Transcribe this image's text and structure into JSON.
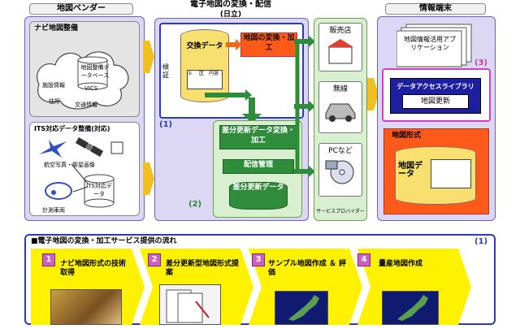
{
  "vendor": {
    "header": "地図ベンダー",
    "navi_title": "ナビ地図整備",
    "navi_db": "地図整備データベース",
    "survey": "施設情報",
    "vics": "VICS",
    "address": "住所",
    "traffic": "交通情報",
    "its_title": "ITS対応データ整備(対応)",
    "aerial": "航空写真・衛星画像",
    "its_data": "ITS対応データ",
    "vehicle": "計測車両"
  },
  "center": {
    "header": "電子地図の変換・配信",
    "subheader": "(日立)",
    "verify": "検証",
    "exchange_data": "交換データ",
    "table_cells": [
      "①",
      "区",
      "内容"
    ],
    "convert": "地図の変換・加工",
    "label1": "(1)",
    "diff_convert": "差分更新データ変換・加工",
    "dist_manage": "配信管理",
    "diff_data": "差分更新データ",
    "label2": "(2)"
  },
  "providers": {
    "shop": "販売店",
    "wireless": "無線",
    "pc": "PCなど",
    "footer": "サービスプロバイダー"
  },
  "terminal": {
    "header": "情報端末",
    "app": "地図情報活用アプリケーション",
    "label3": "(3)",
    "library": "データアクセスライブラリ",
    "update": "地図更新",
    "format": "地図形式",
    "map_data": "地図データ"
  },
  "flow": {
    "title": "■電子地図の変換・加工サービス提供の流れ",
    "label": "(1)",
    "steps": [
      {
        "num": "1",
        "text": "ナビ地図形式の技術取得"
      },
      {
        "num": "2",
        "text": "差分更新型地図形式提案"
      },
      {
        "num": "3",
        "text": "サンプル地図作成 ＆ 評価"
      },
      {
        "num": "4",
        "text": "量産地図作成"
      }
    ]
  }
}
